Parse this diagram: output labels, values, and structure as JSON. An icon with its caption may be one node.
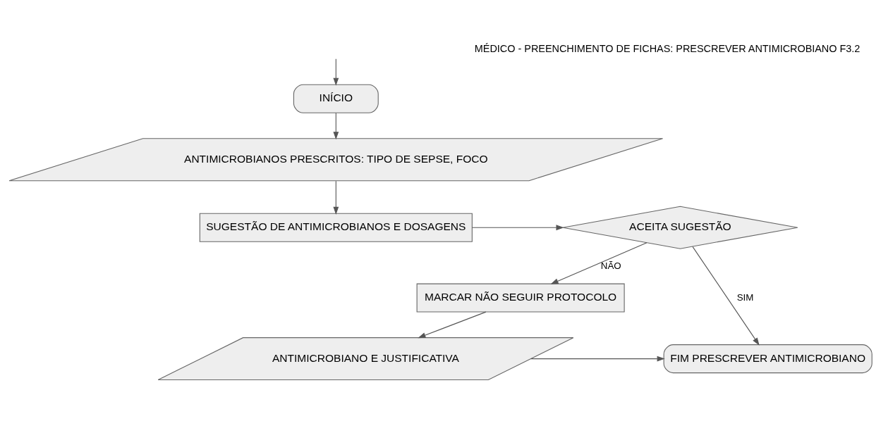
{
  "diagram": {
    "title": "MÉDICO - PREENCHIMENTO DE FICHAS: PRESCREVER ANTIMICROBIANO F3.2",
    "nodes": [
      {
        "text": [
          "INÍCIO"
        ]
      },
      {
        "text": [
          "ANTIMICROBIANOS PRESCRITOS: TIPO DE SEPSE, FOCO"
        ]
      },
      {
        "text": [
          "SUGESTÃO DE ANTIMICROBIANOS E DOSAGENS"
        ]
      },
      {
        "text": [
          "ACEITA SUGESTÃO"
        ]
      },
      {
        "text": [
          "MARCAR NÃO SEGUIR PROTOCOLO"
        ]
      },
      {
        "text": [
          "ANTIMICROBIANO E JUSTIFICATIVA"
        ]
      },
      {
        "text": [
          "FIM PRESCREVER ANTIMICROBIANO"
        ]
      }
    ],
    "edges": [
      {
        "from": null,
        "to": 0,
        "arrow": "to"
      },
      {
        "from": 0,
        "to": 1,
        "arrow": "to"
      },
      {
        "from": 1,
        "to": 2,
        "arrow": "to"
      },
      {
        "from": 2,
        "to": 3,
        "arrow": "to"
      },
      {
        "from": 3,
        "to": 6,
        "arrow": "to",
        "label": "SIM"
      },
      {
        "from": 3,
        "to": 4,
        "arrow": "to",
        "label": "NÃO"
      },
      {
        "from": 4,
        "to": 5,
        "arrow": "to"
      },
      {
        "from": 5,
        "to": 6,
        "arrow": "to"
      }
    ]
  }
}
